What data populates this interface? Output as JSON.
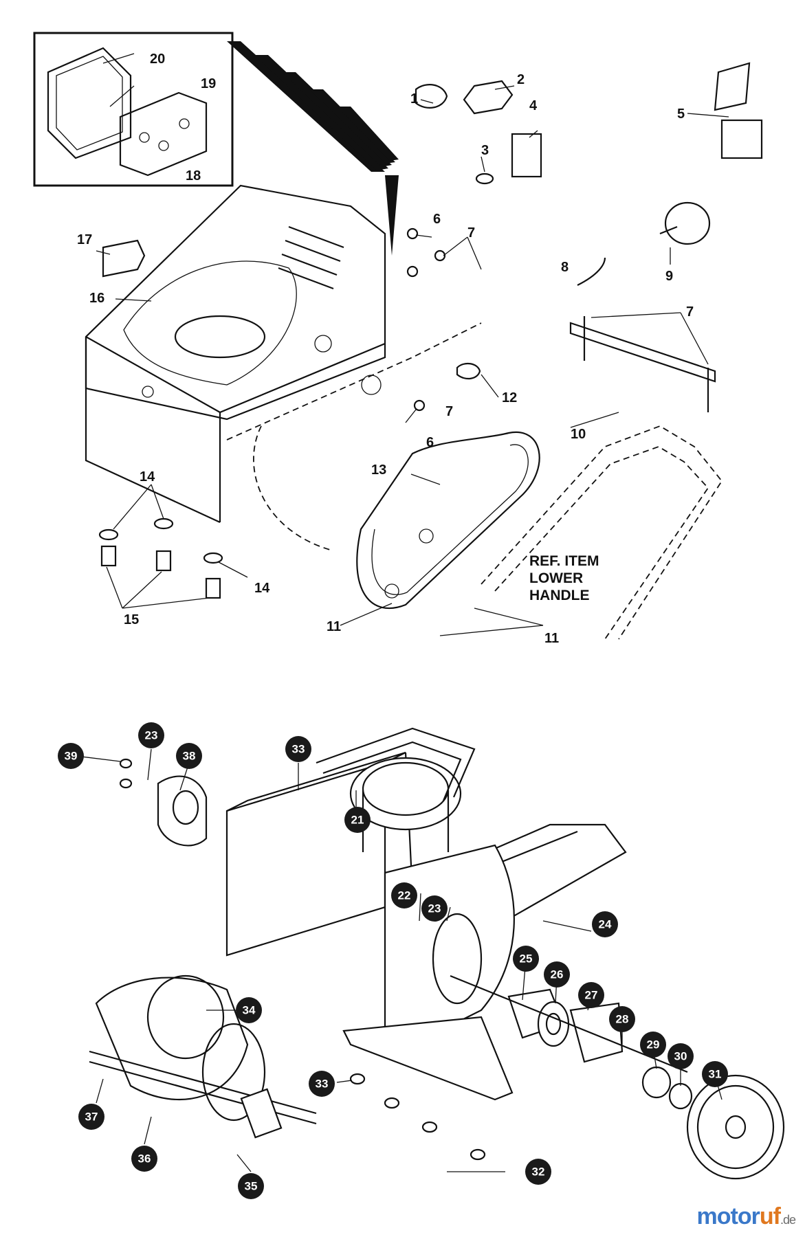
{
  "upper_callouts": [
    "1",
    "2",
    "3",
    "4",
    "5",
    "6",
    "7",
    "8",
    "9",
    "10",
    "11",
    "12",
    "13",
    "14",
    "15",
    "16",
    "17",
    "18",
    "19",
    "20",
    "6",
    "7",
    "7",
    "11",
    "14"
  ],
  "reference_note": [
    "REF. ITEM",
    "LOWER",
    "HANDLE"
  ],
  "lower_callouts": [
    "21",
    "22",
    "23",
    "23",
    "24",
    "25",
    "26",
    "27",
    "28",
    "29",
    "30",
    "31",
    "32",
    "33",
    "33",
    "34",
    "35",
    "36",
    "37",
    "38",
    "39"
  ],
  "watermark": {
    "brand_a": "motor",
    "brand_b": "uf",
    "suffix": ".de"
  }
}
